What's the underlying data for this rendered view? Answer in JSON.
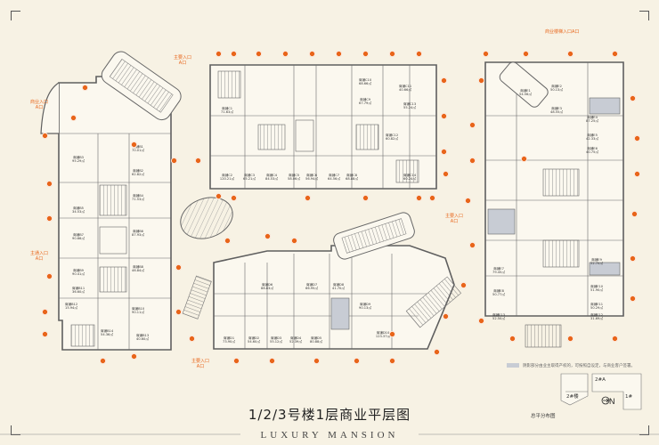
{
  "title": "1/2/3号楼1层商业平层图",
  "subtitle": "LUXURY MANSION",
  "colors": {
    "accent": "#e8651a",
    "wall": "#5f5f5f",
    "background": "#f7f2e4",
    "highlight": "#c8ccd4"
  },
  "entrances": {
    "top_center": "主要入口\nA口",
    "left_top": "商业入口\nA口",
    "left_mid": "主通入口\nA口",
    "center_right": "主要入口\nA口",
    "bottom_center": "主要入口\nA口",
    "right_top": "商业楼梯入口A口"
  },
  "note": "阴影部分由业主取得产权的，可按照自设定，与商业客户签署。",
  "key_map": {
    "label_2": "2#楼",
    "label_2a": "2#A",
    "label_1": "1#",
    "caption": "总平分布图",
    "north": "N"
  },
  "units_block_a": [
    {
      "name": "商铺B1",
      "area": "70.01㎡"
    },
    {
      "name": "商铺B2",
      "area": "62.82㎡"
    },
    {
      "name": "商铺B3",
      "area": "95.29㎡"
    },
    {
      "name": "商铺B4",
      "area": "71.53㎡"
    },
    {
      "name": "商铺B5",
      "area": "34.53㎡"
    },
    {
      "name": "商铺B6",
      "area": "87.93㎡"
    },
    {
      "name": "商铺B7",
      "area": "90.66㎡"
    },
    {
      "name": "商铺B8",
      "area": "46.84㎡"
    },
    {
      "name": "商铺B9",
      "area": "90.41㎡"
    },
    {
      "name": "商铺B10",
      "area": "90.11㎡"
    },
    {
      "name": "商铺B11",
      "area": "36.60㎡"
    },
    {
      "name": "商铺B12",
      "area": "15.94㎡"
    },
    {
      "name": "商铺B13",
      "area": "40.60㎡"
    },
    {
      "name": "商铺B14",
      "area": "54.36㎡"
    }
  ],
  "units_block_b": [
    {
      "name": "商铺C1",
      "area": "71.63㎡"
    },
    {
      "name": "商铺C2",
      "area": "120.21㎡"
    },
    {
      "name": "商铺C3",
      "area": "65.21㎡"
    },
    {
      "name": "商铺C4",
      "area": "84.53㎡"
    },
    {
      "name": "商铺C5",
      "area": "58.06㎡"
    },
    {
      "name": "商铺C6",
      "area": "56.94㎡"
    },
    {
      "name": "商铺C7",
      "area": "64.56㎡"
    },
    {
      "name": "商铺C8",
      "area": "68.88㎡"
    },
    {
      "name": "商铺C9",
      "area": "67.79㎡"
    },
    {
      "name": "商铺C10",
      "area": "68.66㎡"
    },
    {
      "name": "商铺C11",
      "area": "40.66㎡"
    },
    {
      "name": "商铺C12",
      "area": "60.82㎡"
    },
    {
      "name": "商铺C13",
      "area": "55.24㎡"
    },
    {
      "name": "商铺C14",
      "area": "60.24㎡"
    }
  ],
  "units_block_c": [
    {
      "name": "商铺D1",
      "area": "73.90㎡"
    },
    {
      "name": "商铺D2",
      "area": "54.60㎡"
    },
    {
      "name": "商铺D3",
      "area": "55.12㎡"
    },
    {
      "name": "商铺D4",
      "area": "52.39㎡"
    },
    {
      "name": "商铺D5",
      "area": "80.88㎡"
    },
    {
      "name": "商铺D6",
      "area": "88.83㎡"
    },
    {
      "name": "商铺D7",
      "area": "66.95㎡"
    },
    {
      "name": "商铺D8",
      "area": "41.70㎡"
    },
    {
      "name": "商铺D9",
      "area": "90.13㎡"
    },
    {
      "name": "商铺D10",
      "area": "123.37㎡"
    }
  ],
  "units_block_d": [
    {
      "name": "商铺E1",
      "area": "54.56㎡"
    },
    {
      "name": "商铺E2",
      "area": "50.13㎡"
    },
    {
      "name": "商铺E3",
      "area": "48.55㎡"
    },
    {
      "name": "商铺E4",
      "area": "87.25㎡"
    },
    {
      "name": "商铺E5",
      "area": "42.33㎡"
    },
    {
      "name": "商铺E6",
      "area": "40.75㎡"
    },
    {
      "name": "商铺E7",
      "area": "79.45㎡"
    },
    {
      "name": "商铺E8",
      "area": "50.77㎡"
    },
    {
      "name": "商铺E9",
      "area": "52.70㎡"
    },
    {
      "name": "商铺E10",
      "area": "51.90㎡"
    },
    {
      "name": "商铺E11",
      "area": "50.29㎡"
    },
    {
      "name": "商铺E12",
      "area": "31.69㎡"
    },
    {
      "name": "商铺E13",
      "area": "52.50㎡"
    }
  ]
}
